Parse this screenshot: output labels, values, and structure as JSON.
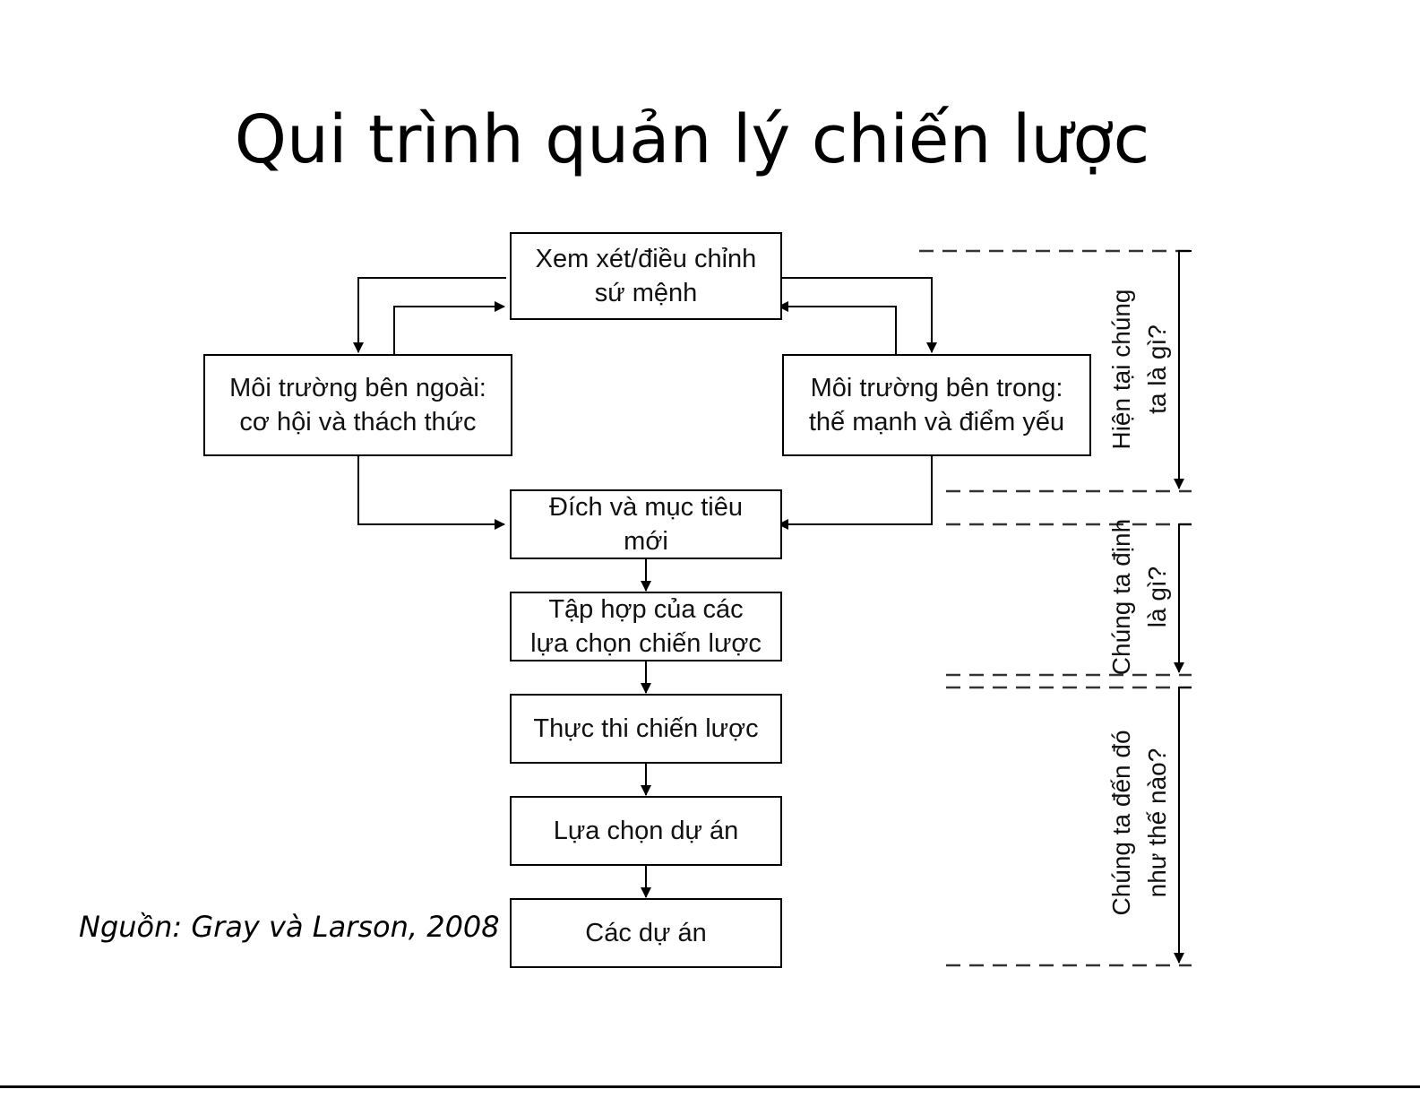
{
  "title": "Qui trình quản lý chiến lược",
  "boxes": {
    "mission": "Xem xét/điều chỉnh\nsứ mệnh",
    "external": "Môi trường bên ngoài:\ncơ hội và thách thức",
    "internal": "Môi trường bên trong:\nthế mạnh và điểm yếu",
    "goals": "Đích và mục tiêu\nmới",
    "options": "Tập hợp của các\nlựa chọn chiến lược",
    "implementation": "Thực thi chiến lược",
    "project_selection": "Lựa chọn dự án",
    "projects": "Các dự án"
  },
  "side_labels": {
    "where_now": "Hiện tại chúng\nta là gì?",
    "where_going": "Chúng ta định\nlà gì?",
    "how_get_there": "Chúng ta đến đó\nnhư thế nào?"
  },
  "source": "Nguồn: Gray và Larson, 2008"
}
